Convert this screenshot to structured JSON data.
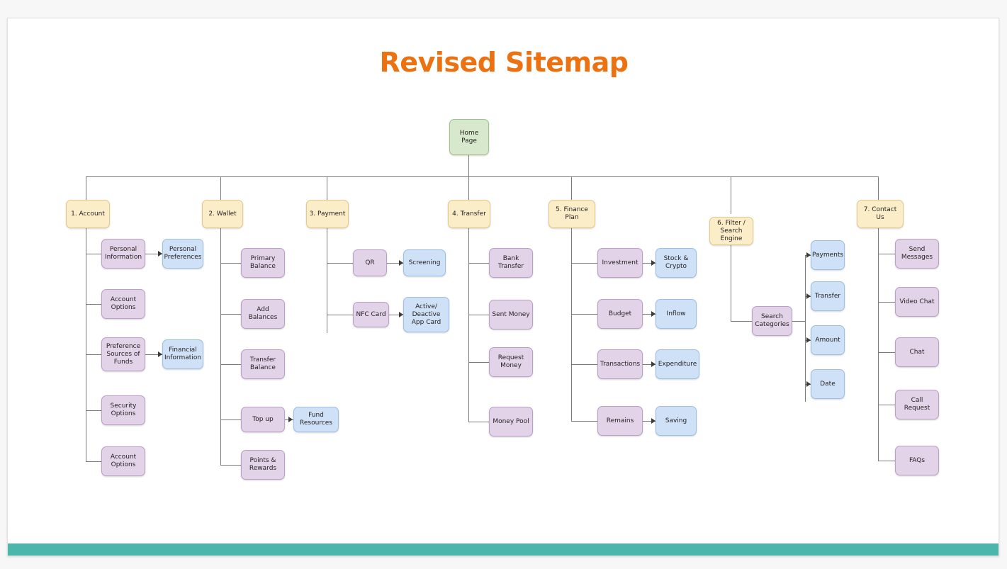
{
  "page": {
    "title": "Revised Sitemap",
    "accent_color": "#ec7211",
    "footer_bar_color": "#4db6ac",
    "background_color": "#f7f7f7",
    "card_color": "#ffffff"
  },
  "legend_colors": {
    "root_node": "#d7e8cc",
    "level1_node": "#fbedc8",
    "level2_node": "#e3d3e8",
    "level3_node": "#cfe1f6",
    "connector": "#7a7a7a"
  },
  "diagram": {
    "type": "sitemap-tree",
    "root": {
      "label": "Home Page"
    },
    "branches": [
      {
        "label": "1. Account",
        "children": [
          {
            "label": "Personal Information",
            "children": [
              {
                "label": "Personal Preferences"
              }
            ]
          },
          {
            "label": "Account Options",
            "children": []
          },
          {
            "label": "Preference Sources of Funds",
            "children": [
              {
                "label": "Financial Information"
              }
            ]
          },
          {
            "label": "Security Options",
            "children": []
          },
          {
            "label": "Account Options",
            "children": []
          }
        ]
      },
      {
        "label": "2. Wallet",
        "children": [
          {
            "label": "Primary Balance",
            "children": []
          },
          {
            "label": "Add Balances",
            "children": []
          },
          {
            "label": "Transfer Balance",
            "children": []
          },
          {
            "label": "Top up",
            "children": [
              {
                "label": "Fund Resources"
              }
            ]
          },
          {
            "label": "Points & Rewards",
            "children": []
          }
        ]
      },
      {
        "label": "3. Payment",
        "children": [
          {
            "label": "QR",
            "children": [
              {
                "label": "Screening"
              }
            ]
          },
          {
            "label": "NFC Card",
            "children": [
              {
                "label": "Active/ Deactive App Card"
              }
            ]
          }
        ]
      },
      {
        "label": "4. Transfer",
        "children": [
          {
            "label": "Bank Transfer",
            "children": []
          },
          {
            "label": "Sent Money",
            "children": []
          },
          {
            "label": "Request Money",
            "children": []
          },
          {
            "label": "Money Pool",
            "children": []
          }
        ]
      },
      {
        "label": "5. Finance Plan",
        "children": [
          {
            "label": "Investment",
            "children": [
              {
                "label": "Stock & Crypto"
              }
            ]
          },
          {
            "label": "Budget",
            "children": [
              {
                "label": "Inflow"
              }
            ]
          },
          {
            "label": "Transactions",
            "children": [
              {
                "label": "Expenditure"
              }
            ]
          },
          {
            "label": "Remains",
            "children": [
              {
                "label": "Saving"
              }
            ]
          }
        ]
      },
      {
        "label": "6. Filter / Search Engine",
        "children": [
          {
            "label": "Search Categories",
            "children": [
              {
                "label": "Payments"
              },
              {
                "label": "Transfer"
              },
              {
                "label": "Amount"
              },
              {
                "label": "Date"
              }
            ]
          }
        ]
      },
      {
        "label": "7. Contact Us",
        "children": [
          {
            "label": "Send Messages",
            "children": []
          },
          {
            "label": "Video Chat",
            "children": []
          },
          {
            "label": "Chat",
            "children": []
          },
          {
            "label": "Call Request",
            "children": []
          },
          {
            "label": "FAQs",
            "children": []
          }
        ]
      }
    ]
  }
}
